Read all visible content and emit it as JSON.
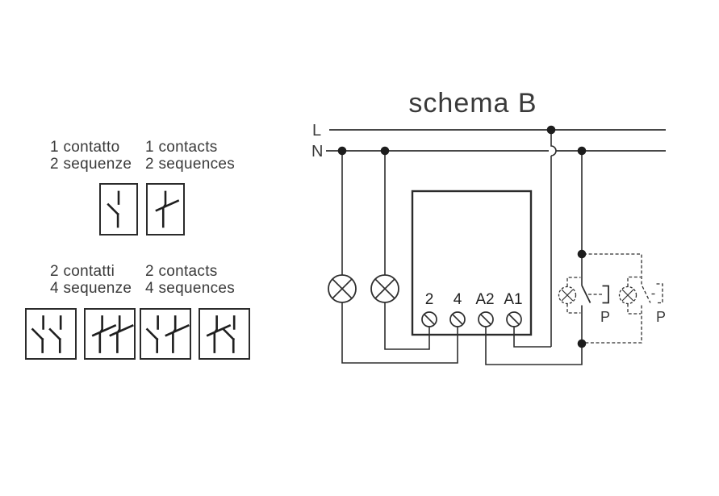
{
  "title": "schema B",
  "legend": {
    "single": {
      "it": [
        "1 contatto",
        "2 sequenze"
      ],
      "en": [
        "1 contacts",
        "2 sequences"
      ],
      "boxes": [
        [
          "open"
        ],
        [
          "closed"
        ]
      ]
    },
    "double": {
      "it": [
        "2 contatti",
        "4 sequenze"
      ],
      "en": [
        "2 contacts",
        "4 sequences"
      ],
      "boxes": [
        [
          "open",
          "open"
        ],
        [
          "closed",
          "closed"
        ],
        [
          "open",
          "closed"
        ],
        [
          "closed",
          "open"
        ]
      ]
    }
  },
  "schematic": {
    "line_labels": {
      "l": "L",
      "n": "N"
    },
    "terminals": [
      "2",
      "4",
      "A2",
      "A1"
    ],
    "pushbuttons": [
      {
        "label": "P"
      },
      {
        "label": "P"
      }
    ]
  },
  "colors": {
    "wire": "#2e2e2e",
    "symbol": "#1f1f1f",
    "text": "#3a3a3a"
  }
}
